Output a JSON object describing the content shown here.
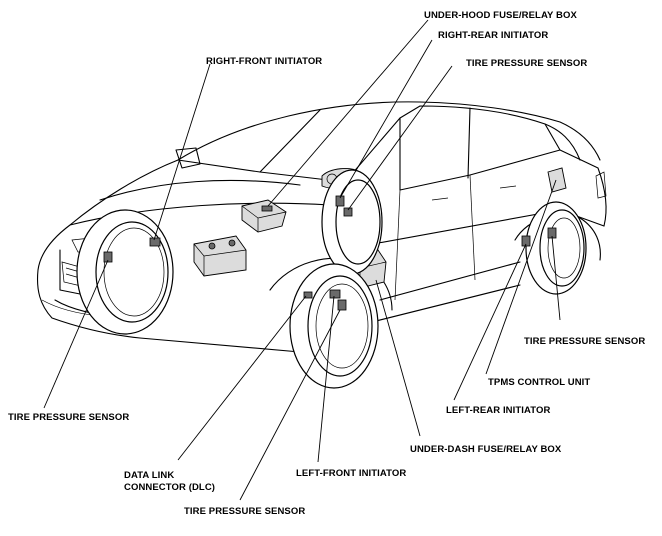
{
  "labels": {
    "under_hood_fuse_relay_box": "UNDER-HOOD FUSE/RELAY BOX",
    "right_rear_initiator": "RIGHT-REAR INITIATOR",
    "right_front_initiator": "RIGHT-FRONT INITIATOR",
    "tire_pressure_sensor_top": "TIRE PRESSURE SENSOR",
    "tire_pressure_sensor_right": "TIRE PRESSURE SENSOR",
    "tpms_control_unit": "TPMS CONTROL UNIT",
    "left_rear_initiator": "LEFT-REAR INITIATOR",
    "under_dash_fuse_relay_box": "UNDER-DASH FUSE/RELAY BOX",
    "tire_pressure_sensor_left": "TIRE PRESSURE SENSOR",
    "data_link_connector_line1": "DATA LINK",
    "data_link_connector_line2": "CONNECTOR (DLC)",
    "left_front_initiator": "LEFT-FRONT INITIATOR",
    "tire_pressure_sensor_bottom": "TIRE PRESSURE SENSOR"
  }
}
